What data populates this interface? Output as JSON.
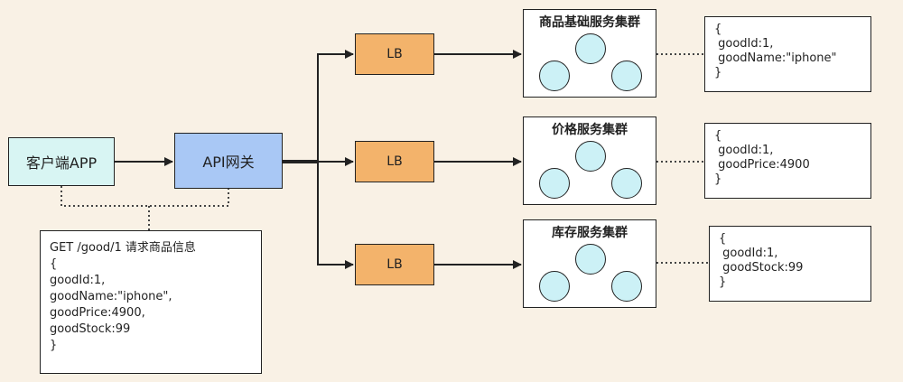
{
  "client": {
    "label": "客户端APP"
  },
  "gateway": {
    "label": "API网关"
  },
  "load_balancers": [
    {
      "label": "LB"
    },
    {
      "label": "LB"
    },
    {
      "label": "LB"
    }
  ],
  "clusters": [
    {
      "title": "商品基础服务集群"
    },
    {
      "title": "价格服务集群"
    },
    {
      "title": "库存服务集群"
    }
  ],
  "responses": [
    {
      "lines": [
        "{",
        " goodId:1,",
        " goodName:\"iphone\"",
        "}"
      ]
    },
    {
      "lines": [
        "{",
        " goodId:1,",
        " goodPrice:4900",
        "}"
      ]
    },
    {
      "lines": [
        "{",
        " goodId:1,",
        " goodStock:99",
        "}"
      ]
    }
  ],
  "request": {
    "title": "GET /good/1 请求商品信息",
    "lines": [
      "{",
      "goodId:1,",
      "goodName:\"iphone\",",
      "goodPrice:4900,",
      "goodStock:99",
      "}"
    ]
  },
  "colors": {
    "background": "#f9f1e5",
    "client": "#d8f5f3",
    "gateway": "#a9c8f5",
    "lb": "#f3b36b",
    "node": "#ccf1f6"
  }
}
